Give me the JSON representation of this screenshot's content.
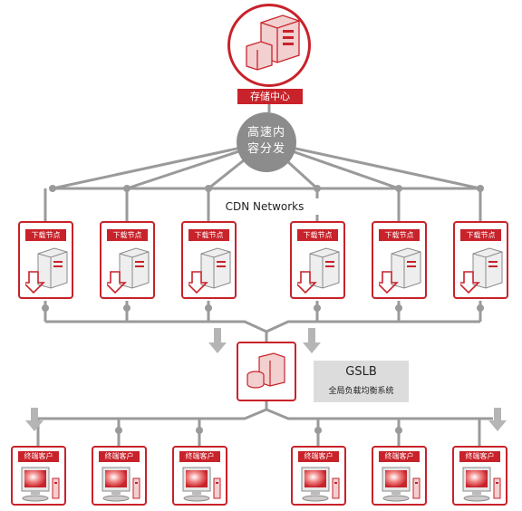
{
  "storage": {
    "label": "存储中心"
  },
  "distribution": {
    "line1": "高速内",
    "line2": "容分发"
  },
  "network": {
    "label": "CDN Networks"
  },
  "download_nodes": [
    {
      "label": "下载节点"
    },
    {
      "label": "下载节点"
    },
    {
      "label": "下载节点"
    },
    {
      "label": "下载节点"
    },
    {
      "label": "下载节点"
    },
    {
      "label": "下载节点"
    }
  ],
  "gslb": {
    "title": "GSLB",
    "subtitle": "全局负载均衡系统"
  },
  "clients": [
    {
      "label": "终端客户"
    },
    {
      "label": "终端客户"
    },
    {
      "label": "终端客户"
    },
    {
      "label": "终端客户"
    },
    {
      "label": "终端客户"
    },
    {
      "label": "终端客户"
    }
  ],
  "colors": {
    "accent": "#c8222a",
    "connector": "#9a9a9a",
    "panel": "#dcdcdc"
  }
}
